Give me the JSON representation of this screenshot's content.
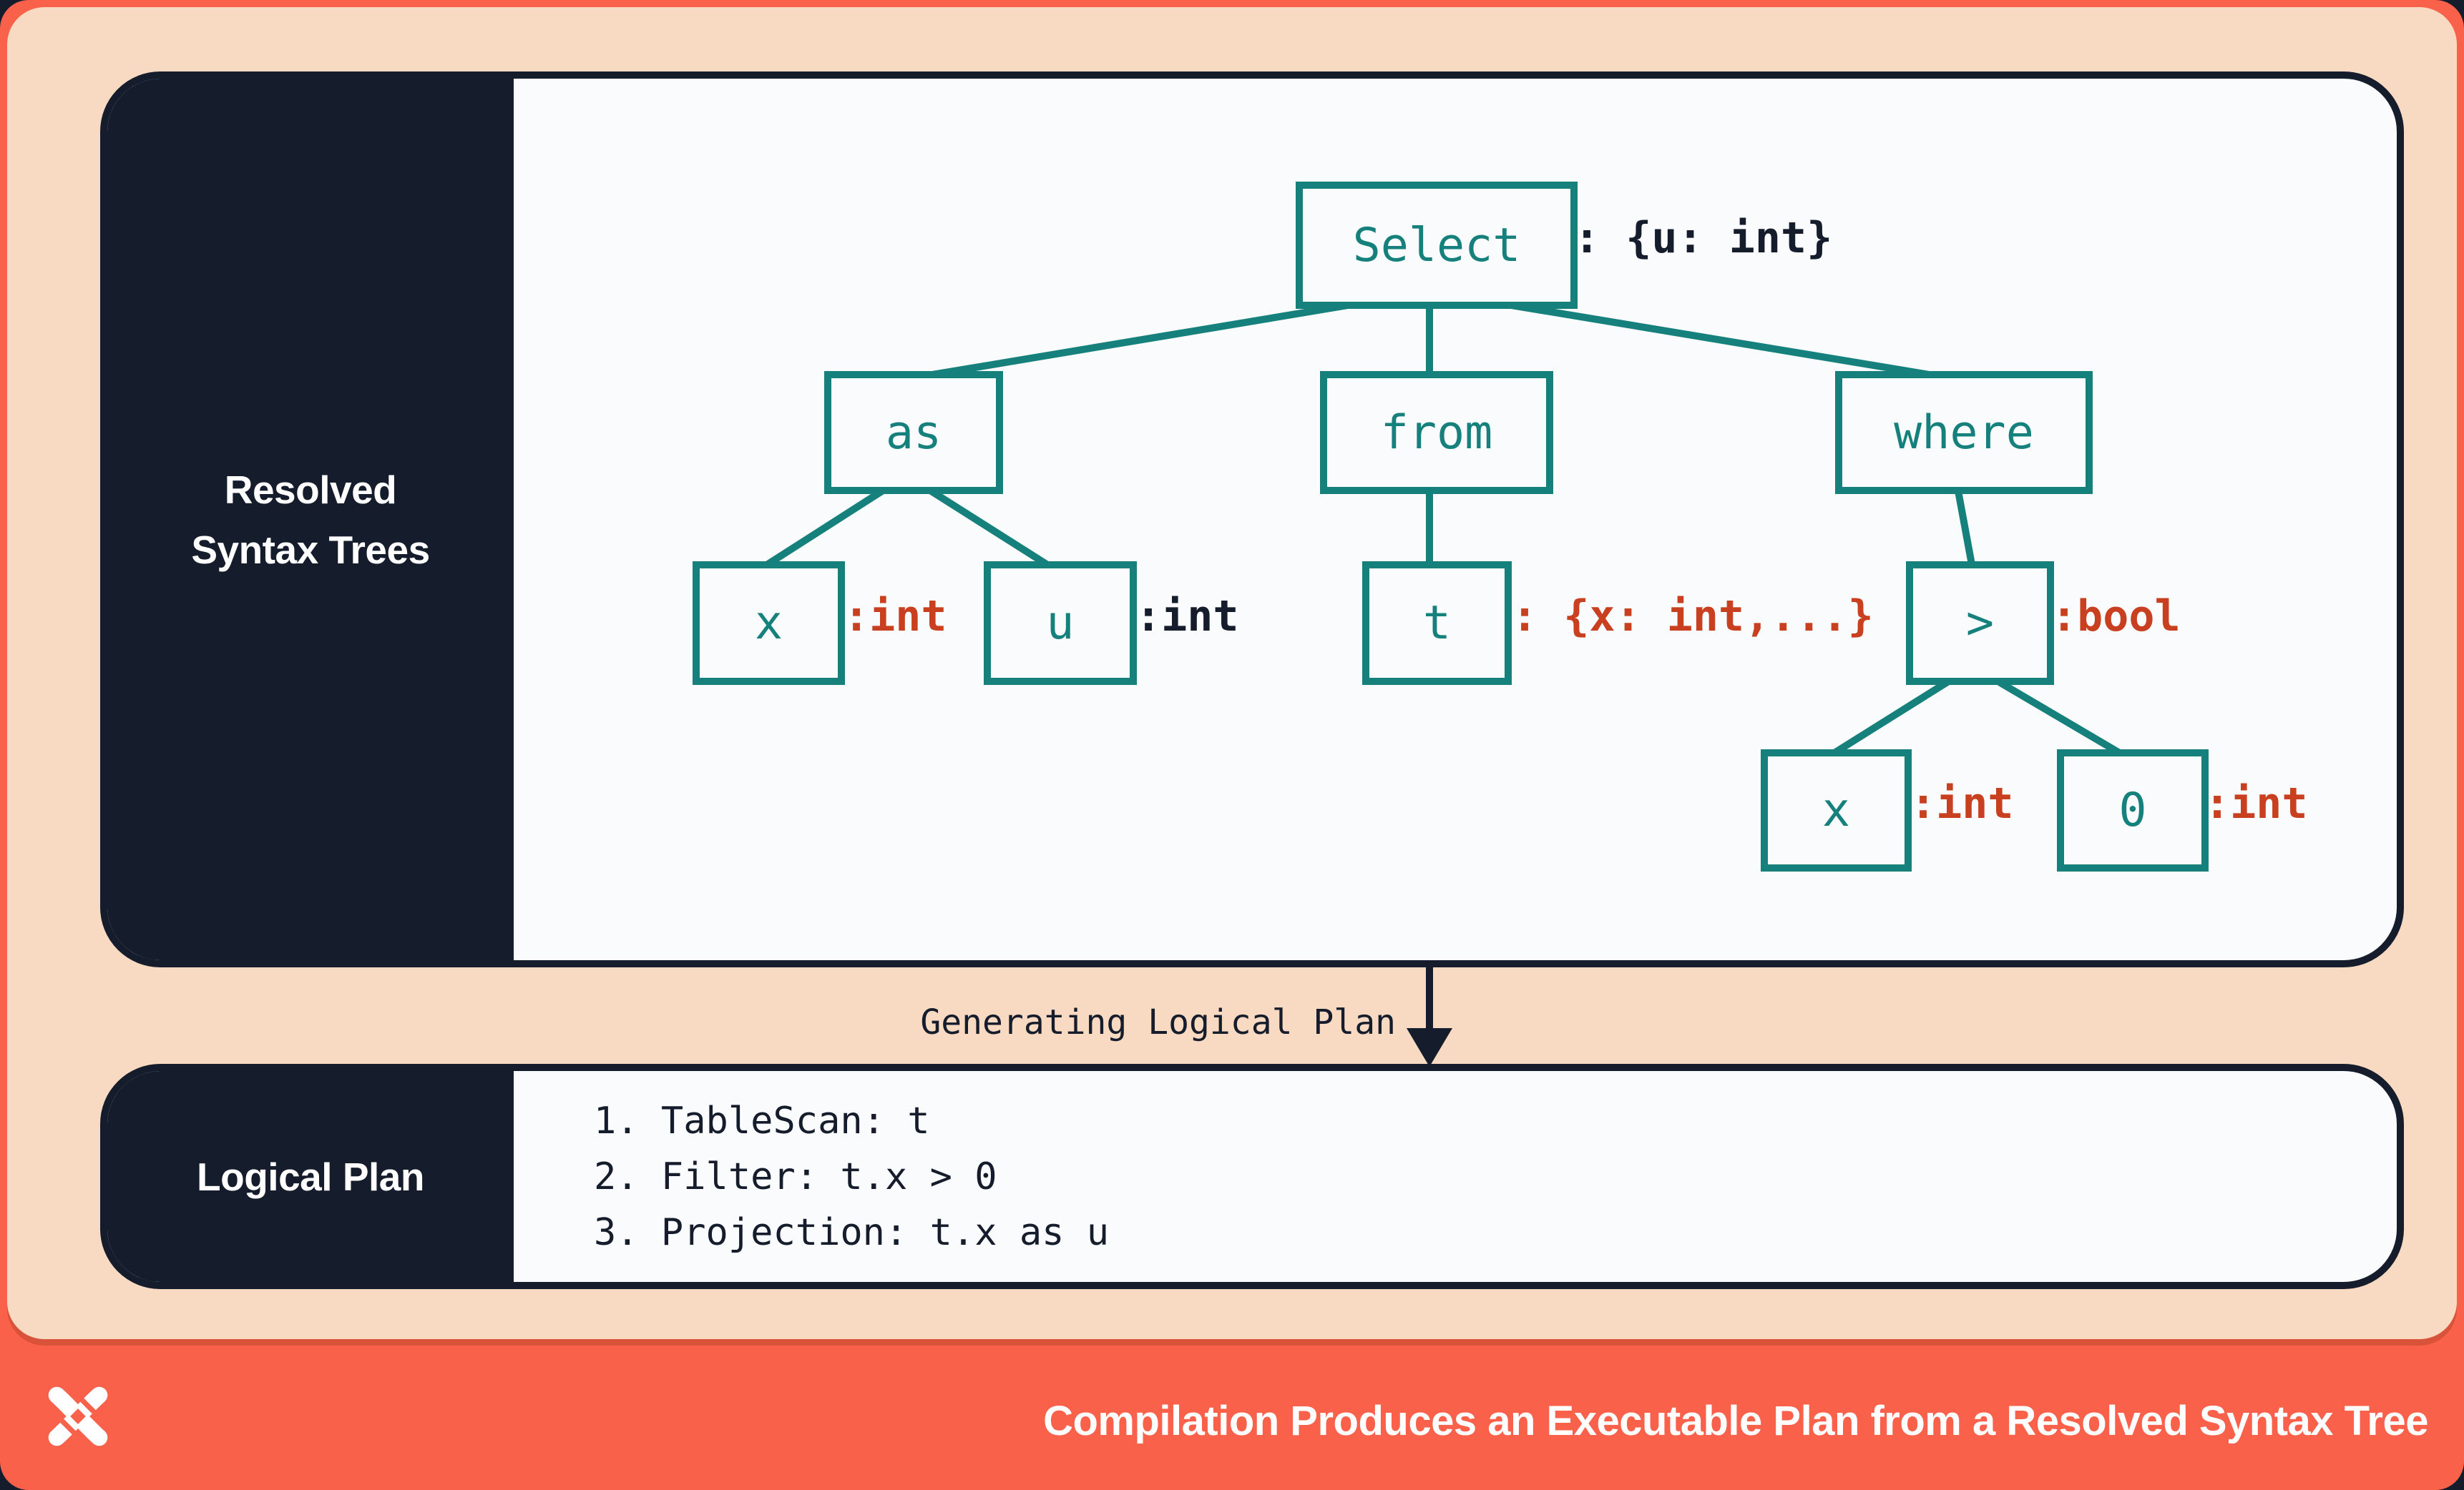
{
  "colors": {
    "accent_orange": "#F9614A",
    "peach": "#F8DAC2",
    "navy": "#151C2B",
    "teal": "#16817C",
    "type_red": "#C8401F",
    "panel_white": "#FAFBFC"
  },
  "rst_panel": {
    "label_line1": "Resolved",
    "label_line2": "Syntax Trees"
  },
  "tree": {
    "select": {
      "label": "Select",
      "annotation": ": {u: int}"
    },
    "as": {
      "label": "as"
    },
    "from": {
      "label": "from"
    },
    "where": {
      "label": "where"
    },
    "x1": {
      "label": "x",
      "annotation": ":int"
    },
    "u": {
      "label": "u",
      "annotation": ":int"
    },
    "t": {
      "label": "t",
      "annotation": ": {x: int,...}"
    },
    "gt": {
      "label": ">",
      "annotation": ":bool"
    },
    "x2": {
      "label": "x",
      "annotation": ":int"
    },
    "zero": {
      "label": "0",
      "annotation": ":int"
    }
  },
  "transition": {
    "label": "Generating Logical Plan",
    "arrow_icon": "down-arrow"
  },
  "plan_panel": {
    "label": "Logical Plan",
    "steps": [
      "1. TableScan: t",
      "2. Filter: t.x > 0",
      "3. Projection: t.x as u"
    ]
  },
  "footer": {
    "logo_icon": "dolt-x-pinwheel-logo",
    "title": "Compilation Produces an Executable Plan from a Resolved Syntax Tree"
  }
}
